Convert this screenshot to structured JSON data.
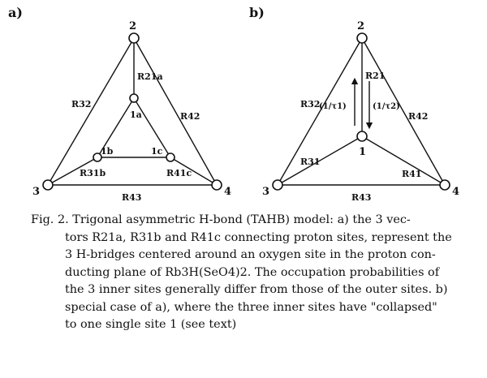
{
  "panels": {
    "a": {
      "label": "a)",
      "nodes": {
        "n2": "2",
        "n3": "3",
        "n4": "4",
        "n1a": "1a",
        "n1b": "1b",
        "n1c": "1c"
      },
      "edges": {
        "r21a": "R21a",
        "r32": "R32",
        "r42": "R42",
        "r31b": "R31b",
        "r41c": "R41c",
        "r43": "R43"
      }
    },
    "b": {
      "label": "b)",
      "nodes": {
        "n2": "2",
        "n3": "3",
        "n4": "4",
        "n1": "1"
      },
      "edges": {
        "r21": "R21",
        "r32": "R32",
        "r42": "R42",
        "r31": "R31",
        "r41": "R41",
        "r43": "R43"
      },
      "rates": {
        "tau1": "(1/τ1)",
        "tau2": "(1/τ2)"
      }
    }
  },
  "caption": {
    "lines": [
      "Fig. 2.   Trigonal asymmetric H-bond (TAHB) model: a) the 3 vec-",
      "tors R21a, R31b and R41c connecting proton sites, represent the",
      "3 H-bridges centered around an oxygen site in the proton con-",
      "ducting plane of Rb3H(SeO4)2. The occupation probabilities of",
      "the 3 inner sites generally differ from those of the outer sites. b)",
      "special case of a), where the three inner sites have \"collapsed\"",
      "to one single site 1 (see text)"
    ]
  }
}
